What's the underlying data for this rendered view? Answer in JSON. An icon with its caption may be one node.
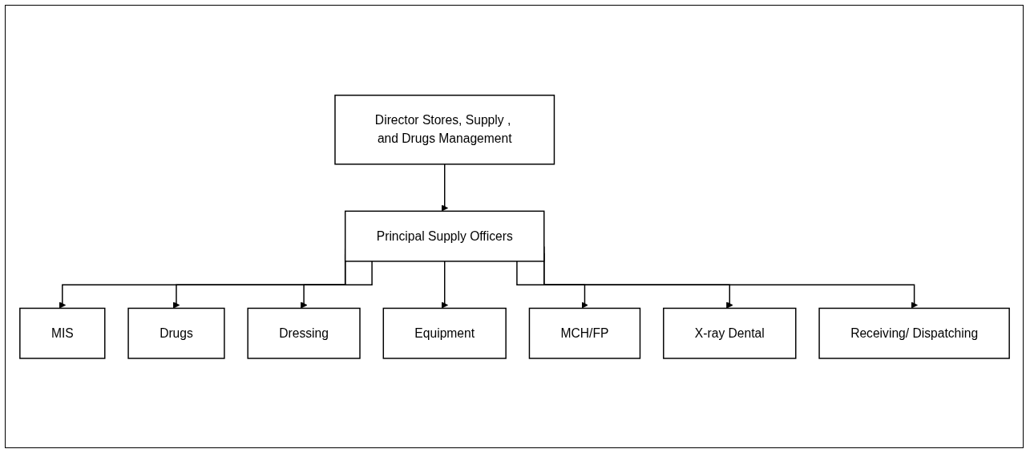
{
  "diagram": {
    "nodes": [
      {
        "text": [
          "Director Stores, Supply , and Drugs Management"
        ]
      },
      {
        "text": [
          "Principal Supply Officers"
        ]
      },
      {
        "text": [
          "MIS"
        ]
      },
      {
        "text": [
          "Drugs"
        ]
      },
      {
        "text": [
          "Dressing"
        ]
      },
      {
        "text": [
          "Equipment"
        ]
      },
      {
        "text": [
          "MCH/FP"
        ]
      },
      {
        "text": [
          "X-ray Dental"
        ]
      },
      {
        "text": [
          "Receiving/ Dispatching"
        ]
      }
    ],
    "edges": [
      {
        "from": 0,
        "to": 1,
        "arrow": "to"
      },
      {
        "from": 1,
        "to": 2,
        "arrow": "to"
      },
      {
        "from": 1,
        "to": 3,
        "arrow": "to"
      },
      {
        "from": 1,
        "to": 4,
        "arrow": "to"
      },
      {
        "from": 1,
        "to": 5,
        "arrow": "to"
      },
      {
        "from": 1,
        "to": 6,
        "arrow": "to"
      },
      {
        "from": 1,
        "to": 7,
        "arrow": "to"
      },
      {
        "from": 1,
        "to": 8,
        "arrow": "to"
      }
    ]
  }
}
